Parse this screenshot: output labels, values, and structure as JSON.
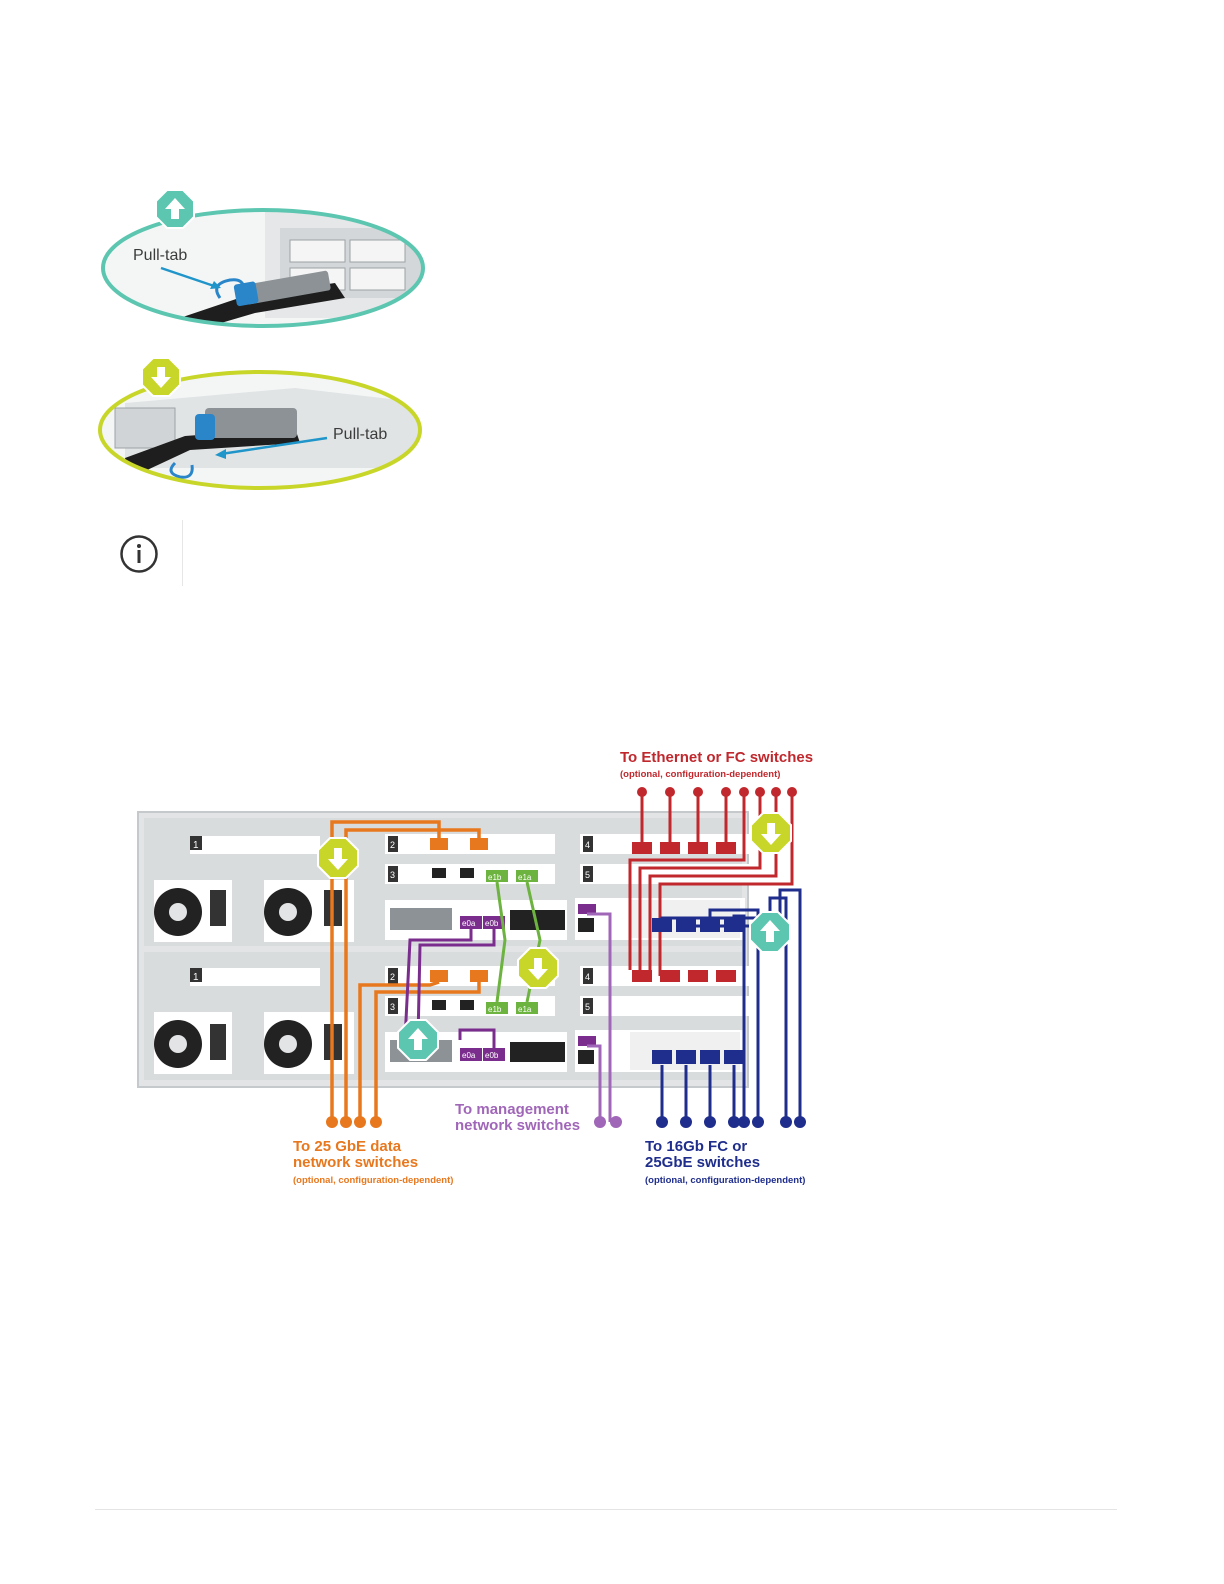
{
  "figure1": {
    "top_label": "Pull-tab",
    "bottom_label": "Pull-tab"
  },
  "note": {
    "icon": "info-icon"
  },
  "figure2": {
    "title_ethernet": "To Ethernet or FC switches",
    "sub_ethernet": "(optional, configuration-dependent)",
    "title_data_line1": "To 25 GbE data",
    "title_data_line2": "network switches",
    "sub_data": "(optional, configuration-dependent)",
    "title_mgmt_line1": "To management",
    "title_mgmt_line2": "network switches",
    "title_fc_line1": "To 16Gb FC or",
    "title_fc_line2": "25GbE switches",
    "sub_fc": "(optional, configuration-dependent)",
    "slot_labels": [
      "1",
      "2",
      "3",
      "4",
      "5"
    ],
    "port_e0a": "e0a",
    "port_e0b": "e0b",
    "port_e1a": "e1a",
    "port_e1b": "e1b",
    "colors": {
      "orange": "#e8781e",
      "red": "#c0282d",
      "blue": "#1f2e8c",
      "purple": "#7b2d8e",
      "green": "#6db33f",
      "lime": "#c8d62a",
      "teal": "#5cc6b0"
    }
  }
}
